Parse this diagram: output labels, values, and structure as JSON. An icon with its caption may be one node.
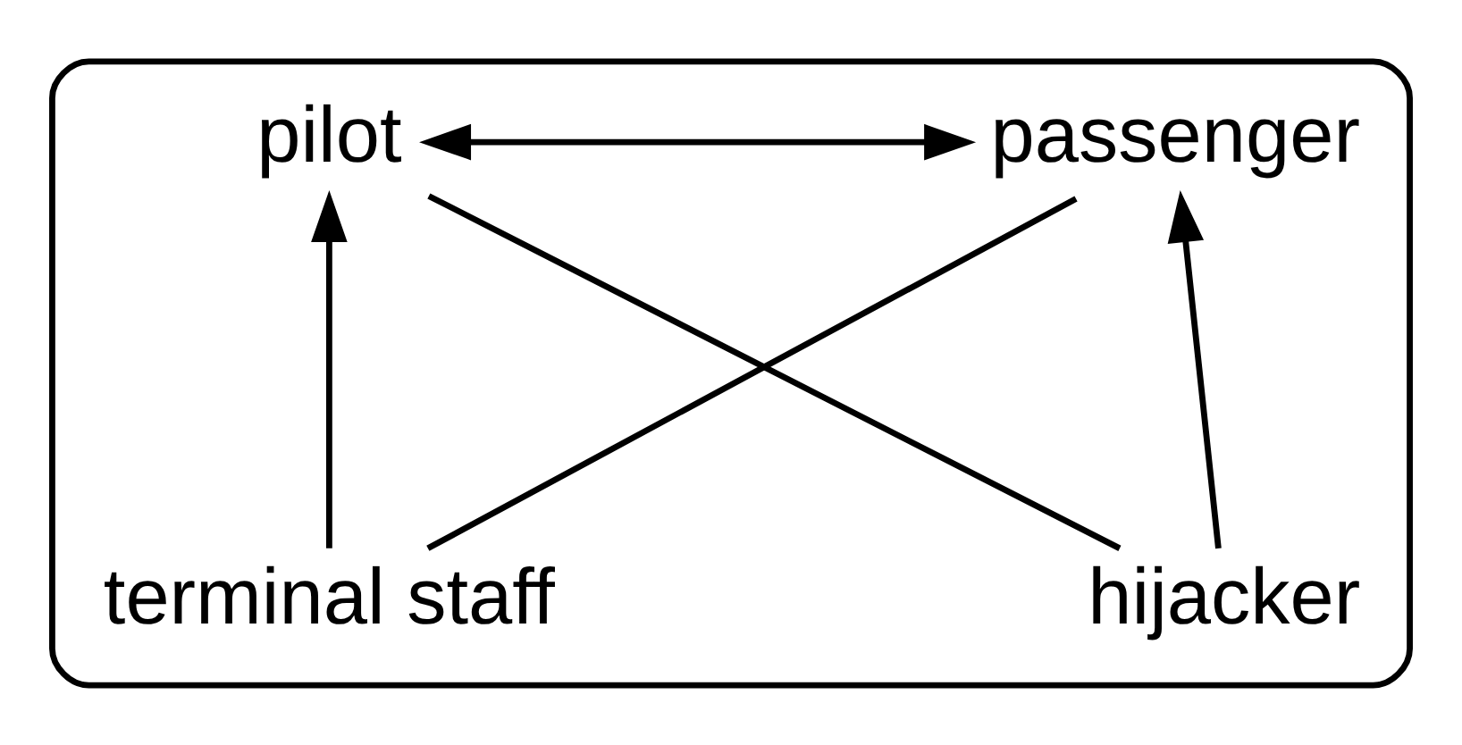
{
  "diagram": {
    "nodes": [
      {
        "text": [],
        "shape": "box"
      },
      {
        "text": [
          "pilot"
        ],
        "in": 0
      },
      {
        "text": [
          "passenger"
        ],
        "in": 0
      },
      {
        "text": [
          "terminal staff"
        ],
        "in": 0
      },
      {
        "text": [
          "hijacker"
        ],
        "in": 0
      }
    ],
    "edges": [
      {
        "from": 1,
        "to": 2,
        "arrow": "both"
      },
      {
        "from": 3,
        "to": 1,
        "arrow": "to"
      },
      {
        "from": 4,
        "to": 2,
        "arrow": "to"
      },
      {
        "from": 1,
        "to": 4,
        "arrow": "none"
      },
      {
        "from": 2,
        "to": 3,
        "arrow": "none"
      }
    ]
  }
}
